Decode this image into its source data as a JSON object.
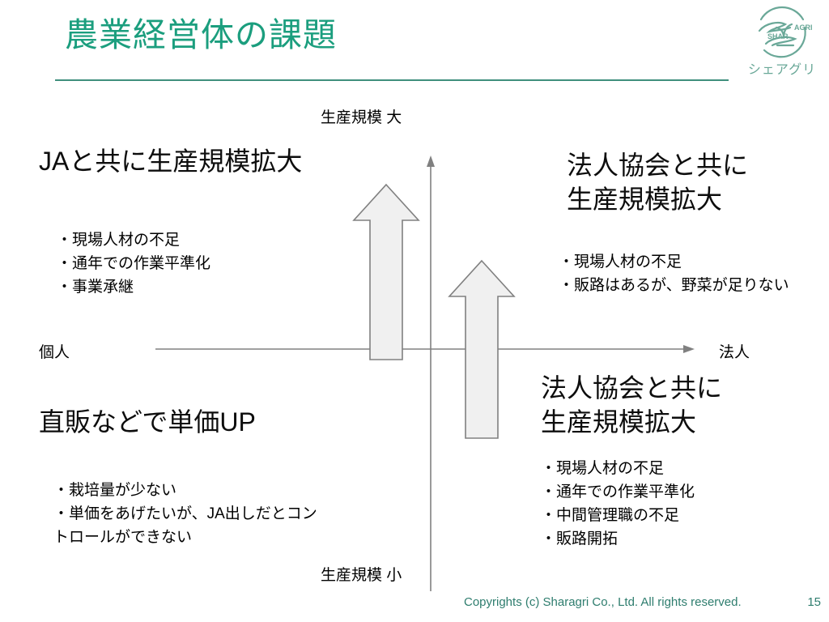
{
  "slide": {
    "title": "農業経営体の課題",
    "title_color": "#1b9e7e",
    "rule_color": "#3f8f7d"
  },
  "logo": {
    "mark_name": "sharagri-logo-mark",
    "brand_top": "SHAR",
    "brand_right": "AGRI",
    "brand_kana": "シェアグリ",
    "color": "#6aa898"
  },
  "axes": {
    "top_label": "生産規模 大",
    "bottom_label": "生産規模 小",
    "left_label": "個人",
    "right_label": "法人",
    "line_color": "#808080"
  },
  "arrows": [
    {
      "name": "growth-arrow-left",
      "fill": "#f0f0f0",
      "stroke": "#808080"
    },
    {
      "name": "growth-arrow-right",
      "fill": "#f0f0f0",
      "stroke": "#808080"
    }
  ],
  "quadrants": {
    "top_left": {
      "heading": "JAと共に生産規模拡大",
      "bullets": [
        "・現場人材の不足",
        "・通年での作業平準化",
        "・事業承継"
      ]
    },
    "top_right": {
      "heading": "法人協会と共に\n生産規模拡大",
      "bullets": [
        "・現場人材の不足",
        "・販路はあるが、野菜が足りない"
      ]
    },
    "bottom_left": {
      "heading": "直販などで単価UP",
      "bullets": [
        "・栽培量が少ない",
        "・単価をあげたいが、JA出しだとコン\nトロールができない"
      ]
    },
    "bottom_right": {
      "heading": "法人協会と共に\n生産規模拡大",
      "bullets": [
        "・現場人材の不足",
        "・通年での作業平準化",
        "・中間管理職の不足",
        "・販路開拓"
      ]
    }
  },
  "footer": {
    "copyright": "Copyrights (c) Sharagri Co., Ltd. All rights reserved.",
    "page_number": "15",
    "color": "#2e7d6e"
  }
}
